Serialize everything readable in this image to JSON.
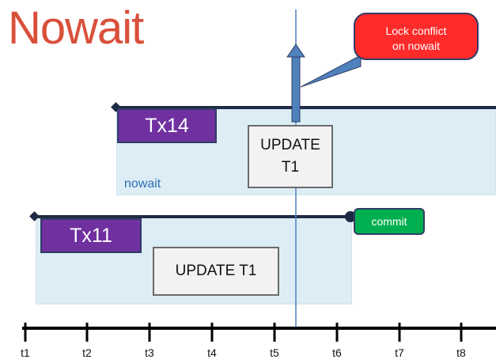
{
  "title": "Nowait",
  "transactions": [
    {
      "label": "Tx14",
      "operation": "UPDATE\nT1",
      "mode_label": "nowait"
    },
    {
      "label": "Tx11",
      "operation": "UPDATE T1"
    }
  ],
  "callout": {
    "line1": "Lock conflict",
    "line2": "on nowait"
  },
  "commit_label": "commit",
  "timeline": {
    "ticks": [
      "t1",
      "t2",
      "t3",
      "t4",
      "t5",
      "t6",
      "t7",
      "t8"
    ]
  },
  "colors": {
    "title": "#d9503a",
    "tx_label": "#7030a0",
    "band": "#dcedf5",
    "callout": "#ff2a2a",
    "commit": "#00b050",
    "arrow": "#4f81bd",
    "line": "#1f2a44"
  }
}
